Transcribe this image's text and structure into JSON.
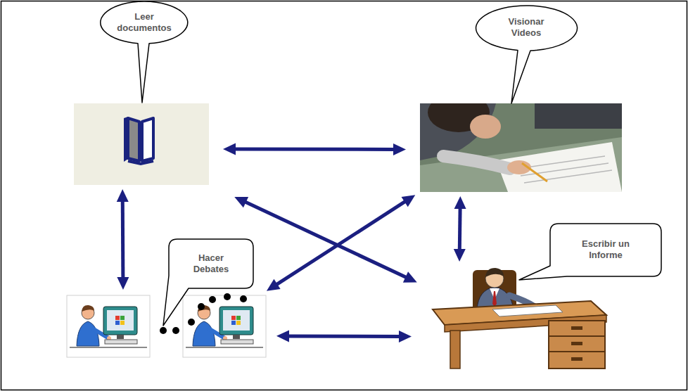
{
  "diagram": {
    "nodes": [
      {
        "text": [
          "Leer documentos"
        ]
      },
      {
        "text": [
          "Visionar Videos"
        ]
      },
      {
        "text": [
          "Hacer Debates"
        ]
      },
      {
        "text": [
          "Escribir un Informe"
        ]
      }
    ],
    "edges": [
      {
        "from": 0,
        "to": 1,
        "arrow": "both"
      },
      {
        "from": 0,
        "to": 2,
        "arrow": "both"
      },
      {
        "from": 0,
        "to": 3,
        "arrow": "both"
      },
      {
        "from": 1,
        "to": 2,
        "arrow": "both"
      },
      {
        "from": 1,
        "to": 3,
        "arrow": "both"
      },
      {
        "from": 2,
        "to": 3,
        "arrow": "both"
      }
    ]
  }
}
